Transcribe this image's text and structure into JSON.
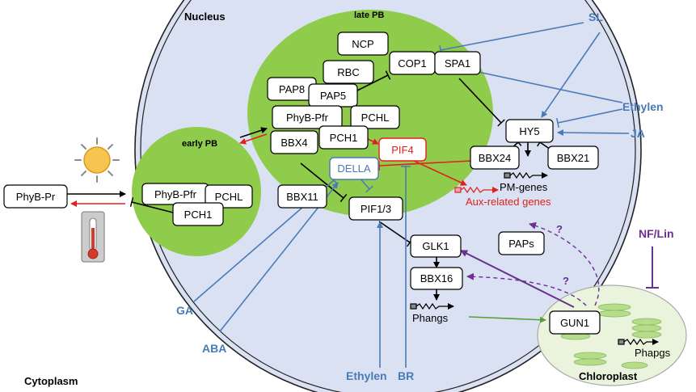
{
  "compartments": {
    "nucleus": "Nucleus",
    "cytoplasm": "Cytoplasm",
    "chloroplast": "Chloroplast",
    "early_pb": "early PB",
    "late_pb": "late PB"
  },
  "boxes": {
    "phyb_pr": "PhyB-Pr",
    "early_phyb_pfr": "PhyB-Pfr",
    "early_pchl": "PCHL",
    "early_pch1": "PCH1",
    "ncp": "NCP",
    "rbc": "RBC",
    "pap8": "PAP8",
    "pap5": "PAP5",
    "cop1": "COP1",
    "spa1": "SPA1",
    "late_phyb_pfr": "PhyB-Pfr",
    "late_pchl": "PCHL",
    "late_pch1": "PCH1",
    "bbx4": "BBX4",
    "pif4": "PIF4",
    "della": "DELLA",
    "bbx11": "BBX11",
    "pif13": "PIF1/3",
    "hy5": "HY5",
    "bbx24": "BBX24",
    "bbx21": "BBX21",
    "glk1": "GLK1",
    "bbx16": "BBX16",
    "paps": "PAPs",
    "gun1": "GUN1"
  },
  "genes": {
    "pm_genes": "PM-genes",
    "aux_genes": "Aux-related  genes",
    "phangs": "Phangs",
    "phapgs": "Phapgs"
  },
  "signals": {
    "sl": "SL",
    "ethylen_right": "Ethylen",
    "ja": "JA",
    "nf_lin": "NF/Lin",
    "ga": "GA",
    "aba": "ABA",
    "ethylen_bottom": "Ethylen",
    "br": "BR"
  },
  "marks": {
    "q1": "?",
    "q2": "?"
  },
  "colors": {
    "nucleus_fill": "#d9e1f2",
    "body_green": "#8fcc4c",
    "chloroplast_fill": "#eaf3dc",
    "hormone_blue": "#4a7ab8",
    "inhibit_red": "#e0221e",
    "nf_purple": "#6a2f8f",
    "output_green": "#5a9e3a"
  }
}
